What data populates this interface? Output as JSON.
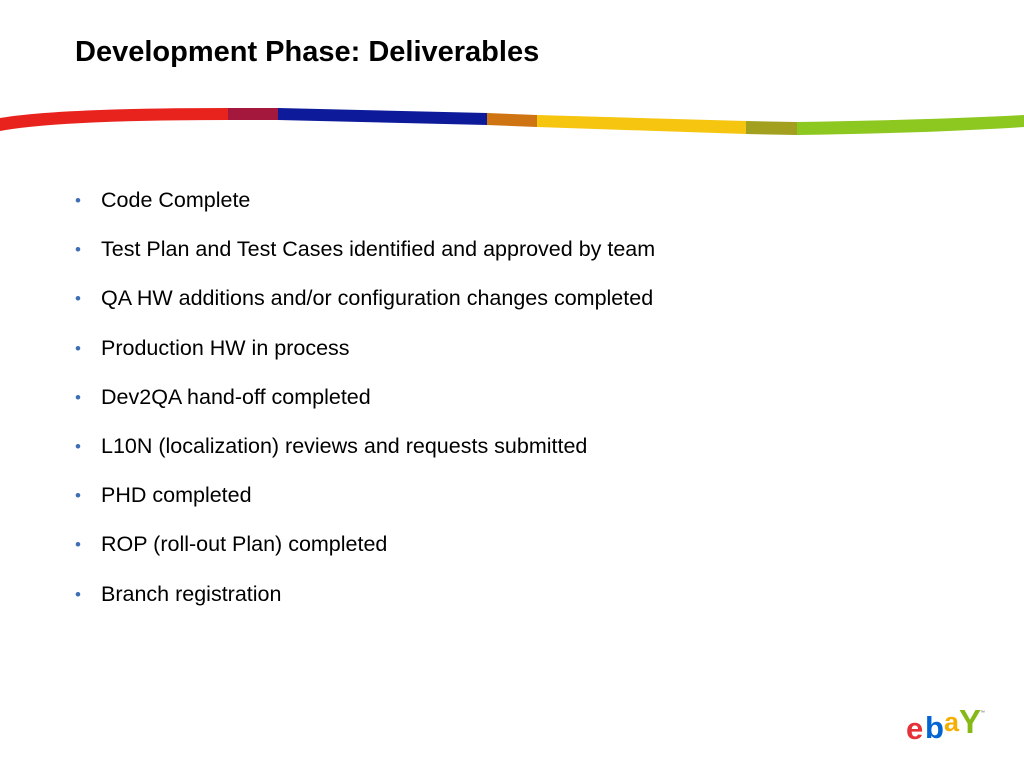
{
  "slide": {
    "title": "Development Phase: Deliverables",
    "bullet_glyph": "•",
    "bullets": [
      "Code Complete",
      "Test Plan and Test Cases identified and approved by team",
      "QA HW additions and/or configuration changes completed",
      "Production HW in process",
      "Dev2QA hand-off completed",
      "L10N (localization) reviews and requests submitted",
      "PHD completed",
      "ROP (roll-out Plan) completed",
      "Branch registration"
    ],
    "bullet_color": "#3d6fb6"
  },
  "stripe": {
    "colors": [
      "#e8231d",
      "#a3183c",
      "#0d1b9b",
      "#cf7412",
      "#f6c510",
      "#a4a01f",
      "#8cc81f"
    ]
  },
  "logo": {
    "brand": "ebay",
    "letters": [
      {
        "char": "e",
        "color": "#e53238"
      },
      {
        "char": "b",
        "color": "#0064d2"
      },
      {
        "char": "a",
        "color": "#f5af02"
      },
      {
        "char": "Y",
        "color": "#86b817"
      }
    ]
  }
}
